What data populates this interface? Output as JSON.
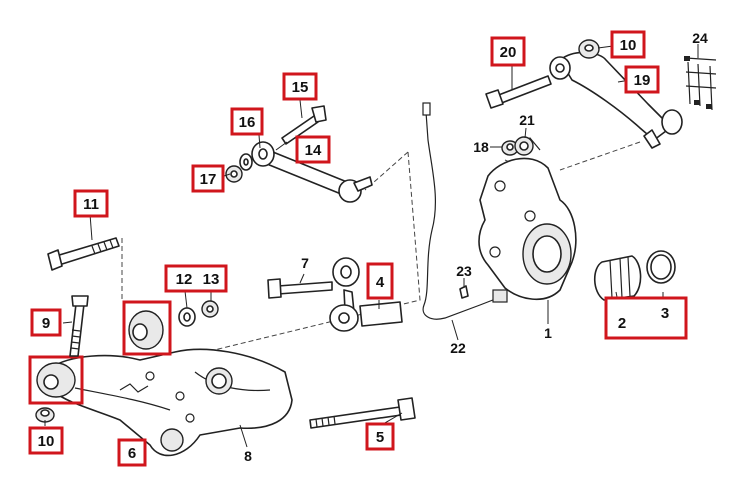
{
  "parts": {
    "p1": "1",
    "p2": "2",
    "p3": "3",
    "p4": "4",
    "p5": "5",
    "p6": "6",
    "p7": "7",
    "p8": "8",
    "p9": "9",
    "p10a": "10",
    "p10b": "10",
    "p11": "11",
    "p12": "12",
    "p13": "13",
    "p14": "14",
    "p15": "15",
    "p16": "16",
    "p17": "17",
    "p18": "18",
    "p19": "19",
    "p20": "20",
    "p21": "21",
    "p22": "22",
    "p23": "23",
    "p24": "24"
  },
  "colors": {
    "highlight": "#d0161c",
    "ink": "#222222"
  }
}
